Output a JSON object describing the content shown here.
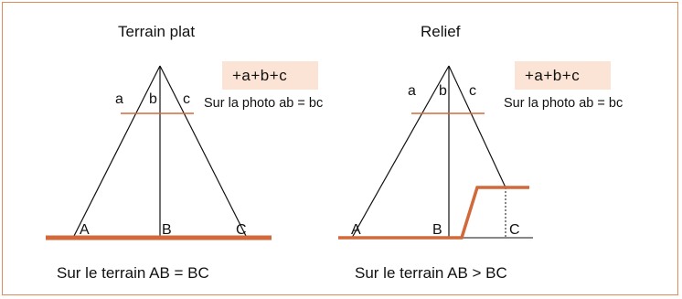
{
  "left_panel": {
    "title": "Terrain plat",
    "formula": "+a+b+c",
    "photo_note": "Sur la photo ab = bc",
    "photo_labels": [
      "a",
      "b",
      "c"
    ],
    "ground_labels": [
      "A",
      "B",
      "C"
    ],
    "caption": "Sur le terrain AB = BC"
  },
  "right_panel": {
    "title": "Relief",
    "formula": "+a+b+c",
    "photo_note": "Sur la photo ab = bc",
    "photo_labels": [
      "a",
      "b",
      "c"
    ],
    "ground_labels": [
      "A",
      "B",
      "C"
    ],
    "caption": "Sur le terrain AB > BC"
  },
  "colors": {
    "frame": "#e08a5a",
    "ground": "#d2693a",
    "photo_line": "#d2693a",
    "formula_bg": "#fbe4d6",
    "ray": "#111111"
  }
}
